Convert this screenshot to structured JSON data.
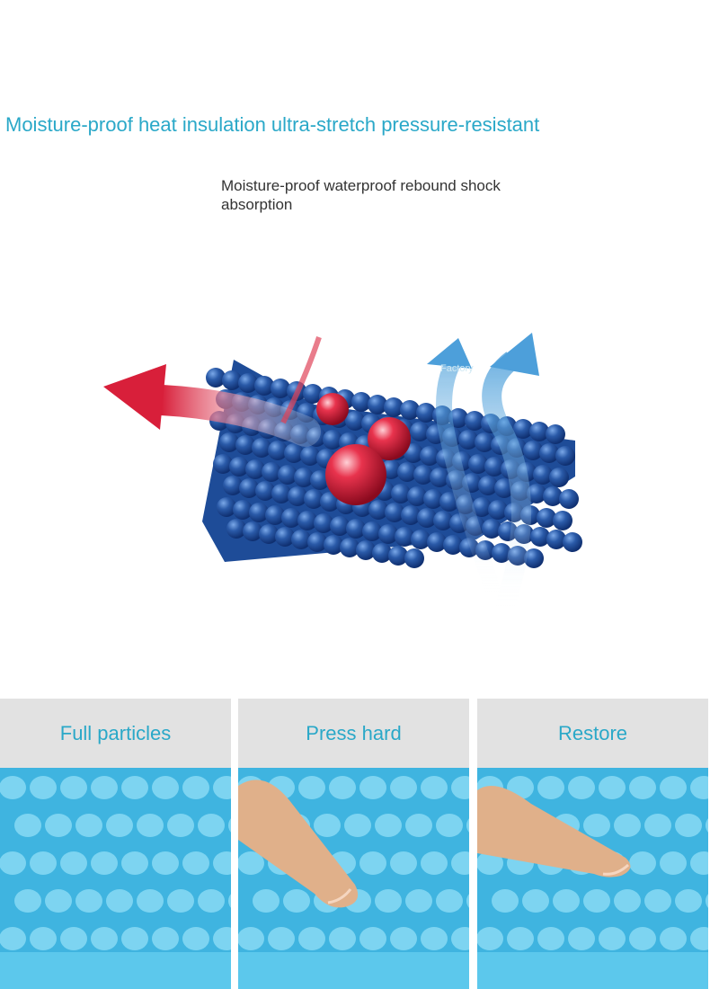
{
  "headline": "Moisture-proof heat insulation ultra-stretch pressure-resistant",
  "subtext": "Moisture-proof waterproof rebound shock absorption",
  "watermark": "Factory",
  "panels": [
    {
      "label": "Full particles"
    },
    {
      "label": "Press hard"
    },
    {
      "label": "Restore"
    }
  ],
  "colors": {
    "accent": "#2aa8c8",
    "foam_blue": "#2a5aa8",
    "heat_red": "#d81f3a",
    "mat_blue": "#4fc3e8"
  }
}
